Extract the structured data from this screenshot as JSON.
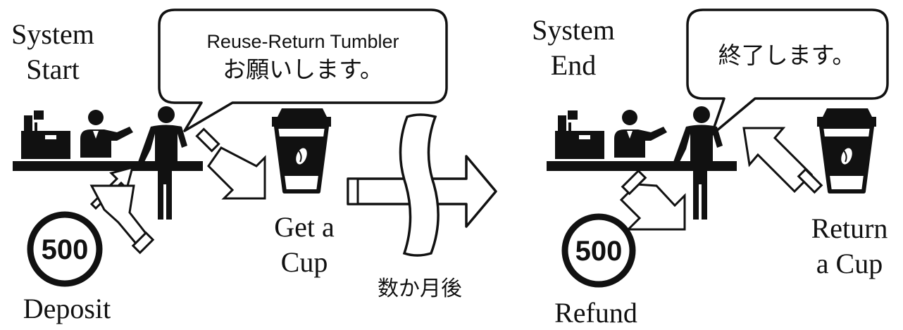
{
  "left_panel": {
    "title_line1": "System",
    "title_line2": "Start",
    "speech_line1": "Reuse-Return Tumbler",
    "speech_line2": "お願いします。",
    "coin_value": "500",
    "coin_caption": "Deposit",
    "cup_caption_line1": "Get a",
    "cup_caption_line2": "Cup"
  },
  "transition": {
    "label": "数か月後"
  },
  "right_panel": {
    "title_line1": "System",
    "title_line2": "End",
    "speech_text": "終了します。",
    "coin_value": "500",
    "coin_caption": "Refund",
    "cup_caption_line1": "Return",
    "cup_caption_line2": "a Cup"
  },
  "icons": {
    "register": "cash-register-icon",
    "staff": "cashier-icon",
    "customer": "customer-icon",
    "cup": "coffee-cup-icon",
    "coin": "coin-icon",
    "arrow": "arrow-icon"
  },
  "colors": {
    "ink": "#111111",
    "background": "#ffffff"
  }
}
